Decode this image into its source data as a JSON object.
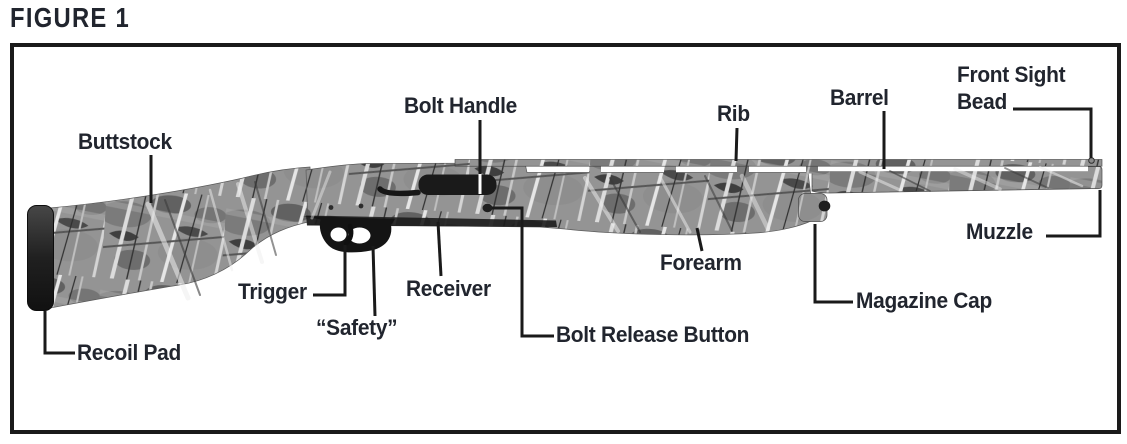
{
  "figure": {
    "title": "FIGURE 1"
  },
  "diagram": {
    "labels": [
      {
        "id": "buttstock",
        "text": "Buttstock"
      },
      {
        "id": "bolt-handle",
        "text": "Bolt Handle"
      },
      {
        "id": "rib",
        "text": "Rib"
      },
      {
        "id": "barrel",
        "text": "Barrel"
      },
      {
        "id": "front-sight-bead",
        "text": "Front Sight Bead"
      },
      {
        "id": "muzzle",
        "text": "Muzzle"
      },
      {
        "id": "forearm",
        "text": "Forearm"
      },
      {
        "id": "magazine-cap",
        "text": "Magazine Cap"
      },
      {
        "id": "bolt-release-button",
        "text": "Bolt Release Button"
      },
      {
        "id": "receiver",
        "text": "Receiver"
      },
      {
        "id": "safety",
        "text": "“Safety”"
      },
      {
        "id": "trigger",
        "text": "Trigger"
      },
      {
        "id": "recoil-pad",
        "text": "Recoil Pad"
      }
    ],
    "colors": {
      "label_text": "#21252e",
      "leader_line": "#1a1a1a",
      "box_border": "#1a1a1a",
      "camo_base": "#949494",
      "metal_dark": "#1a1a1a",
      "background": "#ffffff"
    }
  }
}
